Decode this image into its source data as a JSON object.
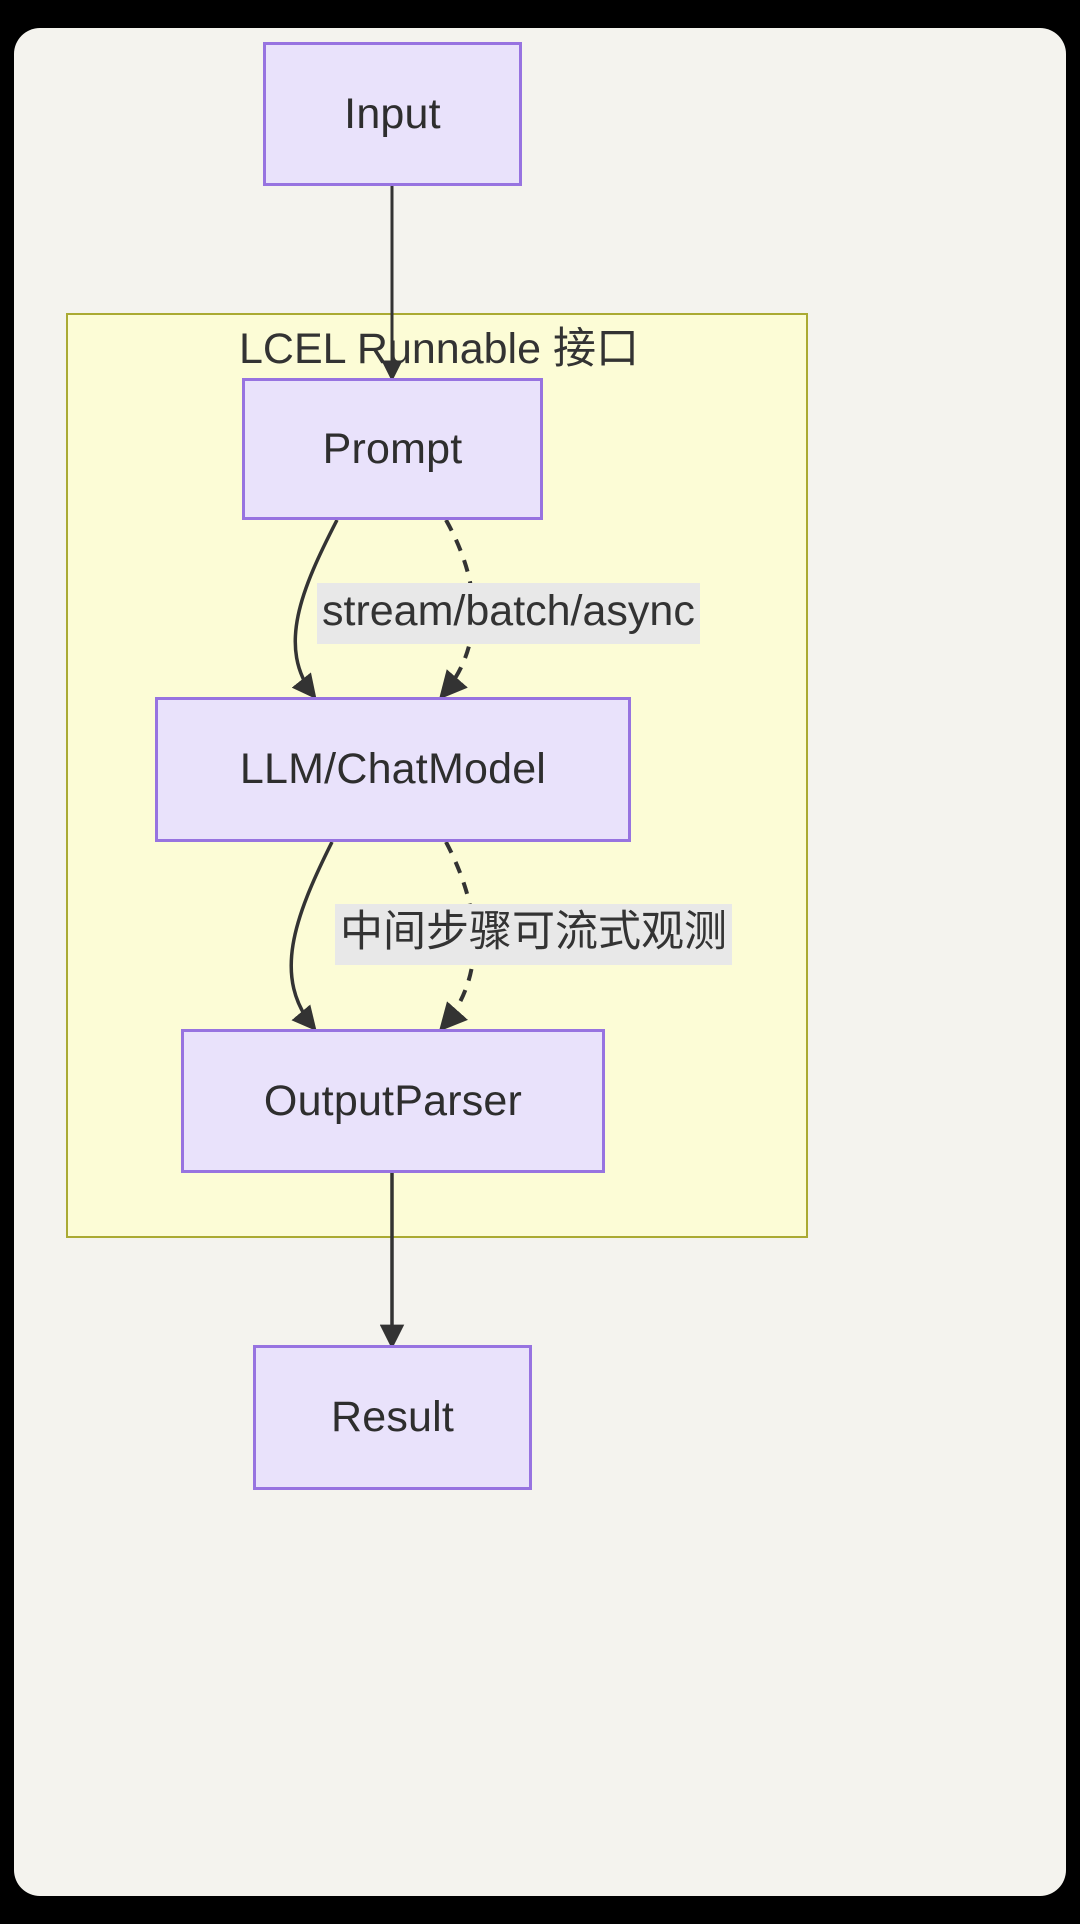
{
  "diagram": {
    "type": "flowchart",
    "direction": "top-down",
    "background_color": "#f4f3ee",
    "outer_color": "#000000",
    "node_fill": "#e9e2fb",
    "node_border": "#9773e0",
    "subgraph_fill": "#fcfcd6",
    "subgraph_border": "#aaaa33",
    "edge_color": "#333333",
    "edge_label_bg": "#e8e8e8",
    "nodes": [
      {
        "id": "input",
        "label": "Input"
      },
      {
        "id": "prompt",
        "label": "Prompt"
      },
      {
        "id": "llm",
        "label": "LLM/ChatModel"
      },
      {
        "id": "outputparser",
        "label": "OutputParser"
      },
      {
        "id": "result",
        "label": "Result"
      }
    ],
    "subgraph": {
      "id": "lcel",
      "title": "LCEL Runnable 接口",
      "members": [
        "prompt",
        "llm",
        "outputparser"
      ]
    },
    "edges": [
      {
        "from": "input",
        "to": "prompt",
        "style": "solid",
        "label": ""
      },
      {
        "from": "prompt",
        "to": "llm",
        "style": "solid",
        "label": ""
      },
      {
        "from": "prompt",
        "to": "llm",
        "style": "dashed",
        "label": "stream/batch/async"
      },
      {
        "from": "llm",
        "to": "outputparser",
        "style": "solid",
        "label": ""
      },
      {
        "from": "llm",
        "to": "outputparser",
        "style": "dashed",
        "label": "中间步骤可流式观测"
      },
      {
        "from": "outputparser",
        "to": "result",
        "style": "solid",
        "label": ""
      }
    ],
    "edge_labels": [
      {
        "id": "label-stream",
        "text": "stream/batch/async"
      },
      {
        "id": "label-observe",
        "text": "中间步骤可流式观测"
      }
    ]
  }
}
